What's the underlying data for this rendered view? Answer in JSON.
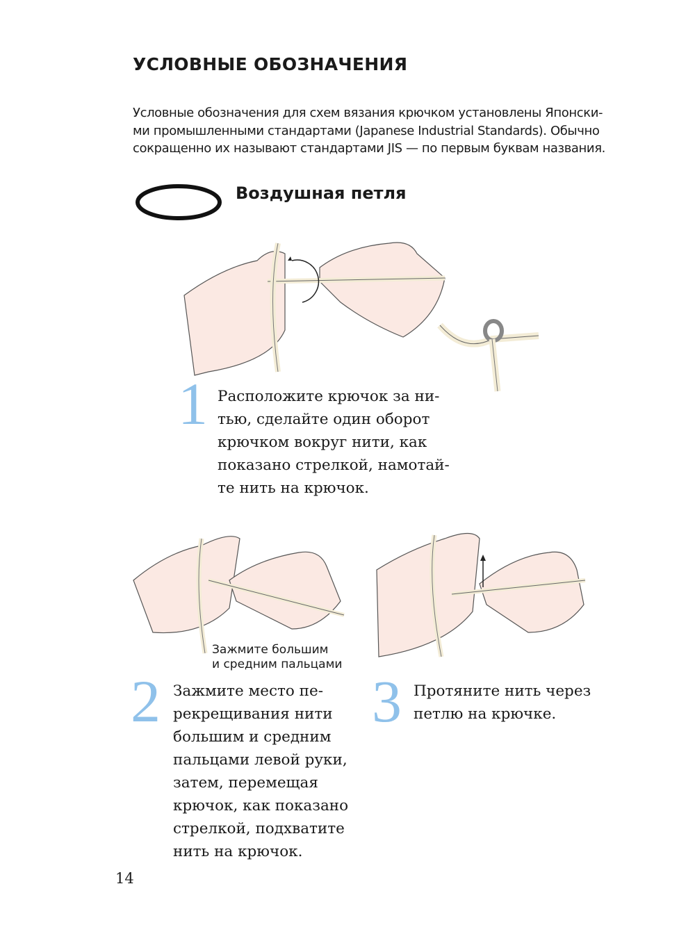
{
  "title": "УСЛОВНЫЕ ОБОЗНАЧЕНИЯ",
  "intro": [
    "Условные обозначения для схем вязания крючком установлены Японски-",
    "ми промышленными стандартами (Japanese Industrial Standards). Обычно",
    "сокращенно их называют стандартами JIS — по первым буквам названия."
  ],
  "symbol": {
    "name": "Воздушная петля",
    "icon": "chain-stitch-oval-icon"
  },
  "steps": [
    {
      "number": "1",
      "lines": [
        "Расположите крючок за ни-",
        "тью, сделайте один оборот",
        "крючком вокруг нити, как",
        "показано стрелкой, намотай-",
        "те нить на крючок."
      ]
    },
    {
      "number": "2",
      "lines": [
        "Зажмите место пе-",
        "рекрещивания нити",
        "большим и средним",
        "пальцами левой руки,",
        "затем, перемещая",
        "крючок, как показано",
        "стрелкой, подхватите",
        "нить на крючок."
      ],
      "caption": [
        "Зажмите большим",
        "и средним пальцами"
      ]
    },
    {
      "number": "3",
      "lines": [
        "Протяните нить через",
        "петлю на крючке."
      ]
    }
  ],
  "page_number": "14",
  "colors": {
    "step_number": "#8fc1ea",
    "skin": "#fbe9e3",
    "yarn": "#f3ecd6"
  }
}
